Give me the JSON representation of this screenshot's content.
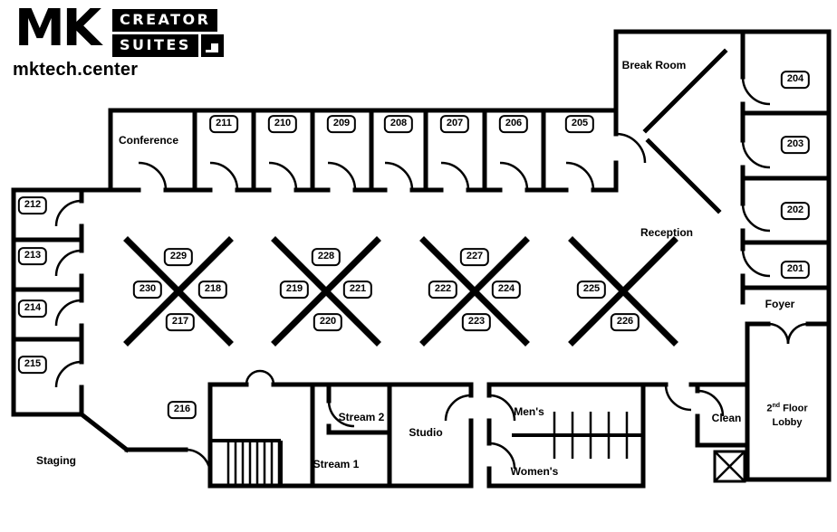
{
  "logo": {
    "monogram": "MK",
    "badge_line1": "CREATOR",
    "badge_line2": "SUITES",
    "website": "mktech.center"
  },
  "areas": {
    "conference": "Conference",
    "break_room": "Break Room",
    "reception": "Reception",
    "foyer": "Foyer",
    "staging": "Staging",
    "stream1": "Stream 1",
    "stream2": "Stream 2",
    "studio": "Studio",
    "mens": "Men's",
    "womens": "Women's",
    "clean": "Clean",
    "lobby_number": "2",
    "lobby_ordinal": "nd",
    "lobby_rest": "Floor Lobby"
  },
  "badges": {
    "201": "201",
    "202": "202",
    "203": "203",
    "204": "204",
    "205": "205",
    "206": "206",
    "207": "207",
    "208": "208",
    "209": "209",
    "210": "210",
    "211": "211",
    "212": "212",
    "213": "213",
    "214": "214",
    "215": "215",
    "216": "216",
    "217": "217",
    "218": "218",
    "219": "219",
    "220": "220",
    "221": "221",
    "222": "222",
    "223": "223",
    "224": "224",
    "225": "225",
    "226": "226",
    "227": "227",
    "228": "228",
    "229": "229",
    "230": "230"
  }
}
